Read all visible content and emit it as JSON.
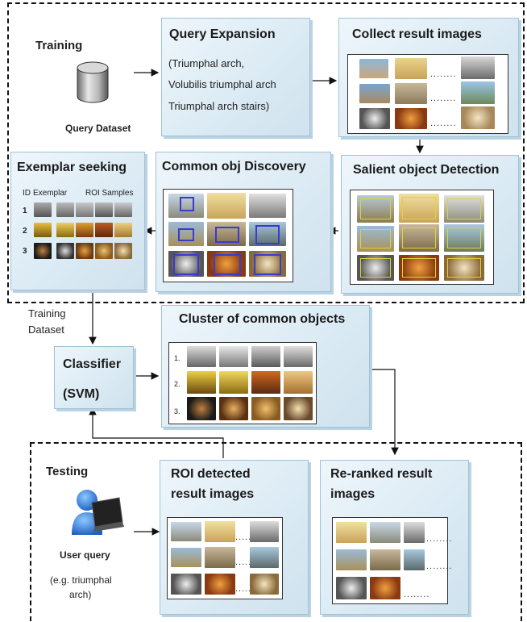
{
  "training": {
    "section_label": "Training",
    "dataset_label": "Query Dataset",
    "query_expansion": {
      "title": "Query Expansion",
      "lines": [
        "(Triumphal arch,",
        "Volubilis triumphal arch",
        "Triumphal arch stairs)"
      ]
    },
    "collect_results": {
      "title": "Collect result images",
      "dots": "........"
    },
    "salient_detection": {
      "title": "Salient object Detection"
    },
    "common_discovery": {
      "title": "Common obj Discovery"
    },
    "exemplar_seeking": {
      "title": "Exemplar seeking",
      "col_id": "ID",
      "col_exemplar": "Exemplar",
      "col_roi": "ROI Samples",
      "rows": [
        "1",
        "2",
        "3"
      ]
    },
    "training_dataset_label": [
      "Training",
      "Dataset"
    ]
  },
  "classifier": {
    "title": "Classifier",
    "subtitle": "(SVM)"
  },
  "cluster": {
    "title": "Cluster of common objects",
    "rows": [
      "1.",
      "2.",
      "3."
    ]
  },
  "testing": {
    "section_label": "Testing",
    "user_query_label": "User query",
    "example_lines": [
      "(e.g. triumphal",
      "arch)"
    ],
    "roi_results": {
      "title_lines": [
        "ROI detected",
        "result images"
      ],
      "dots": "........"
    },
    "reranked": {
      "title_lines": [
        "Re-ranked result",
        "images"
      ],
      "dots": "........"
    }
  },
  "icons": {
    "database": "database-icon",
    "user": "user-with-laptop-icon"
  },
  "colors": {
    "box_fill": "#dcebf4",
    "box_border": "#9ec3d6",
    "roi_box": "#3a3ad0",
    "salient_box": "#e0d23a"
  }
}
